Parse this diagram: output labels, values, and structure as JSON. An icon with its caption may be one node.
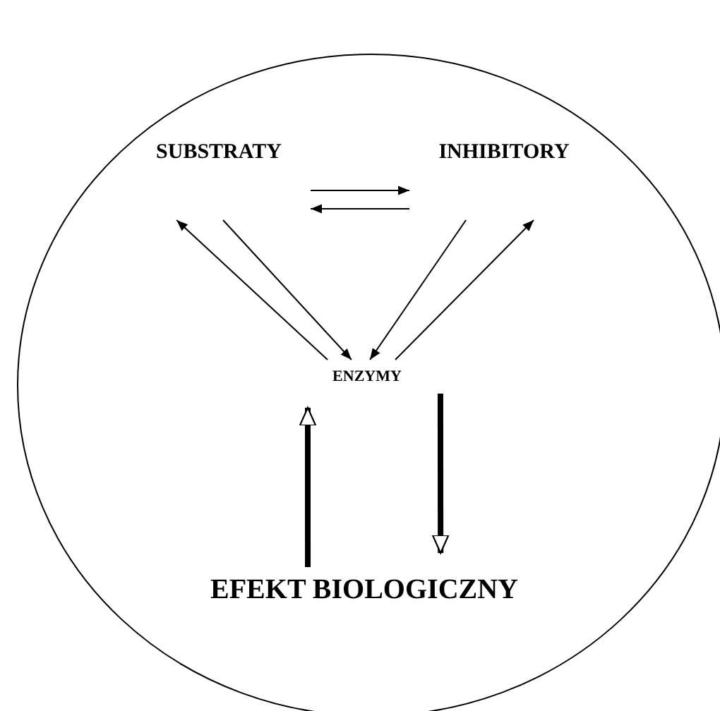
{
  "diagram": {
    "nodes": [
      {
        "text": [],
        "shape": "circle"
      },
      {
        "text": [
          "SUBSTRATY"
        ],
        "in": 0
      },
      {
        "text": [
          "INHIBITORY"
        ],
        "in": 0
      },
      {
        "text": [
          "ENZYMY"
        ],
        "in": 0
      },
      {
        "text": [
          "EFEKT BIOLOGICZNY"
        ],
        "in": 0
      }
    ],
    "edges": [
      {
        "from": 1,
        "to": 2,
        "arrow": "to"
      },
      {
        "from": 2,
        "to": 1,
        "arrow": "to"
      },
      {
        "from": 3,
        "to": 1,
        "arrow": "to"
      },
      {
        "from": 1,
        "to": 3,
        "arrow": "to"
      },
      {
        "from": 2,
        "to": 3,
        "arrow": "to"
      },
      {
        "from": 3,
        "to": 2,
        "arrow": "to"
      },
      {
        "from": 4,
        "to": 3,
        "arrow": "to",
        "style": "thick"
      },
      {
        "from": 3,
        "to": 4,
        "arrow": "to",
        "style": "thick"
      }
    ]
  }
}
